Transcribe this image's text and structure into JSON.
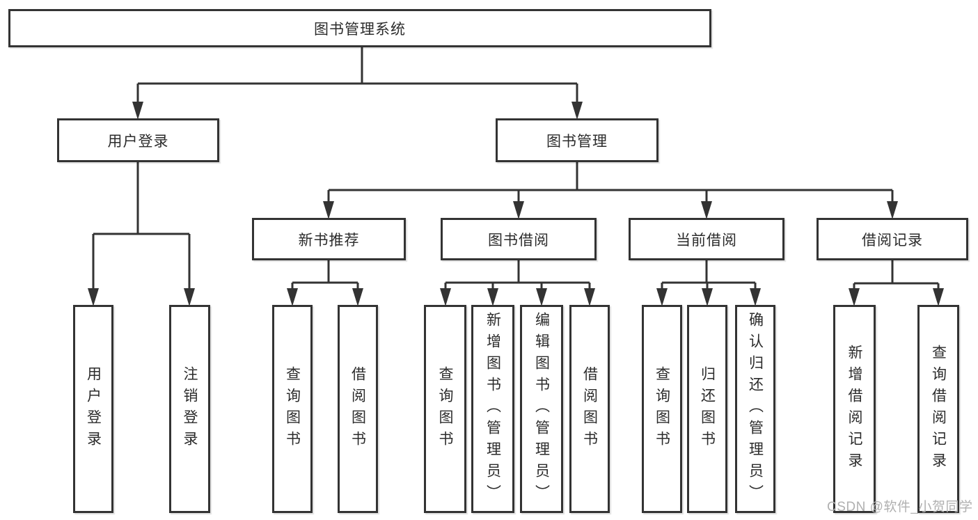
{
  "tree": {
    "label": "图书管理系统",
    "children": [
      {
        "label": "用户登录",
        "children": [
          {
            "label": "用户登录"
          },
          {
            "label": "注销登录"
          }
        ]
      },
      {
        "label": "图书管理",
        "children": [
          {
            "label": "新书推荐",
            "children": [
              {
                "label": "查询图书"
              },
              {
                "label": "借阅图书"
              }
            ]
          },
          {
            "label": "图书借阅",
            "children": [
              {
                "label": "查询图书"
              },
              {
                "label": "新增图书（管理员）"
              },
              {
                "label": "编辑图书（管理员）"
              },
              {
                "label": "借阅图书"
              }
            ]
          },
          {
            "label": "当前借阅",
            "children": [
              {
                "label": "查询图书"
              },
              {
                "label": "归还图书"
              },
              {
                "label": "确认归还（管理员）"
              }
            ]
          },
          {
            "label": "借阅记录",
            "children": [
              {
                "label": "新增借阅记录"
              },
              {
                "label": "查询借阅记录"
              }
            ]
          }
        ]
      }
    ]
  },
  "watermark": {
    "text": "CSDN @软件_小贺同学"
  },
  "colors": {
    "line": "#333333",
    "text": "#2b2b2b",
    "background": "#ffffff",
    "watermark": "#b0b0b0"
  }
}
